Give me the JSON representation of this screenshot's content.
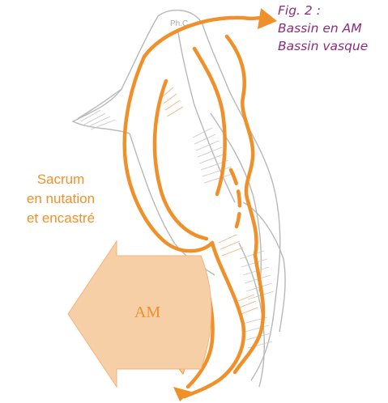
{
  "caption": {
    "line1": "Fig. 2 :",
    "line2": "Bassin en AM",
    "line3": "Bassin vasque"
  },
  "side_label": {
    "line1": "Sacrum",
    "line2": "en nutation",
    "line3": "et encastré"
  },
  "bone_label": "Ph.C",
  "arrow_label": "AM",
  "colors": {
    "caption": "#8b2d7a",
    "accent": "#f0902a",
    "arrow_fill": "#f7cfa6",
    "sketch": "#b8b8b8"
  }
}
